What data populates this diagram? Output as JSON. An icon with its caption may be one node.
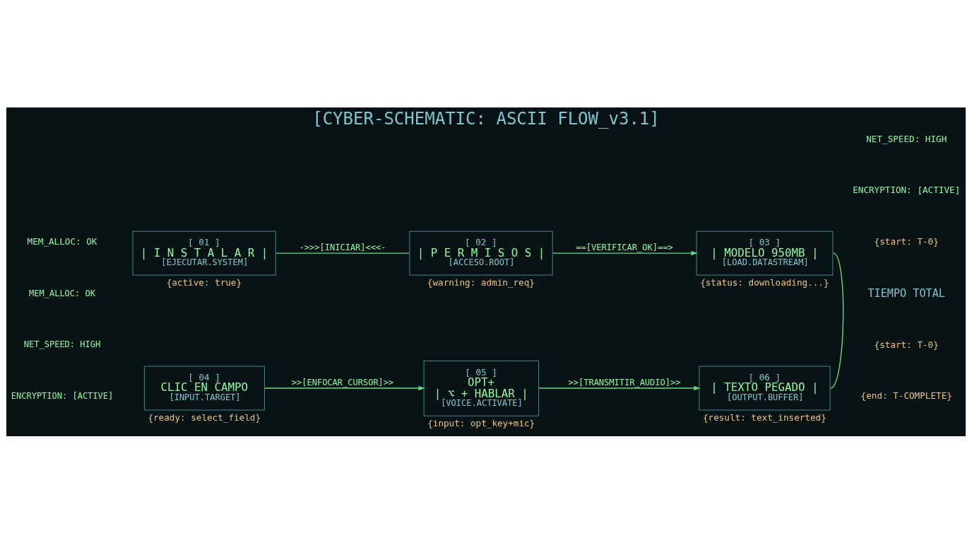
{
  "diagram": {
    "title": "[CYBER-SCHEMATIC: ASCII FLOW_v3.1]",
    "nodes": [
      {
        "text": [
          "[ 01 ]",
          "| I N S T A L A R |",
          "[EJECUTAR.SYSTEM]"
        ],
        "beside": [
          "{active: true}"
        ]
      },
      {
        "text": [
          "[ 02 ]",
          "| P E R M I S O S |",
          "[ACCESO.ROOT]"
        ],
        "beside": [
          "{warning: admin_req}"
        ]
      },
      {
        "text": [
          "[ 03 ]",
          "| MODELO 950MB |",
          "[LOAD.DATASTREAM]"
        ],
        "beside": [
          "{status: downloading...}"
        ]
      },
      {
        "text": [
          "[ 04 ]",
          "CLIC EN CAMPO",
          "[INPUT.TARGET]"
        ],
        "beside": [
          "{ready: select_field}"
        ]
      },
      {
        "text": [
          "[ 05 ]",
          "OPT+",
          "| ⌥ + HABLAR |",
          "[VOICE.ACTIVATE]"
        ],
        "beside": [
          "{input: opt_key+mic}"
        ]
      },
      {
        "text": [
          "[ 06 ]",
          "| TEXTO PEGADO |",
          "[OUTPUT.BUFFER]"
        ],
        "beside": [
          "{result: text_inserted}"
        ]
      }
    ],
    "edges": [
      {
        "from": 0,
        "to": 1,
        "arrow": "none",
        "label": "->>>[INICIAR]<<<-"
      },
      {
        "from": 1,
        "to": 2,
        "arrow": "to",
        "label": "==[VERIFICAR_OK]==>"
      },
      {
        "from": 2,
        "to": 5,
        "arrow": "none"
      },
      {
        "from": 3,
        "to": 4,
        "arrow": "to",
        "label": ">>[ENFOCAR_CURSOR]>>"
      },
      {
        "from": 4,
        "to": 5,
        "arrow": "to",
        "label": ">>[TRANSMITIR_AUDIO]>>"
      }
    ],
    "labels": [
      "NET_SPEED: HIGH",
      "ENCRYPTION: [ACTIVE]",
      "MEM_ALLOC: OK",
      "{start: T-0}",
      "TIEMPO TOTAL",
      "{start: T-0}",
      "{end: T-COMPLETE}",
      "MEM_ALLOC: OK",
      "NET_SPEED: HIGH",
      "ENCRYPTION: [ACTIVE]"
    ]
  }
}
